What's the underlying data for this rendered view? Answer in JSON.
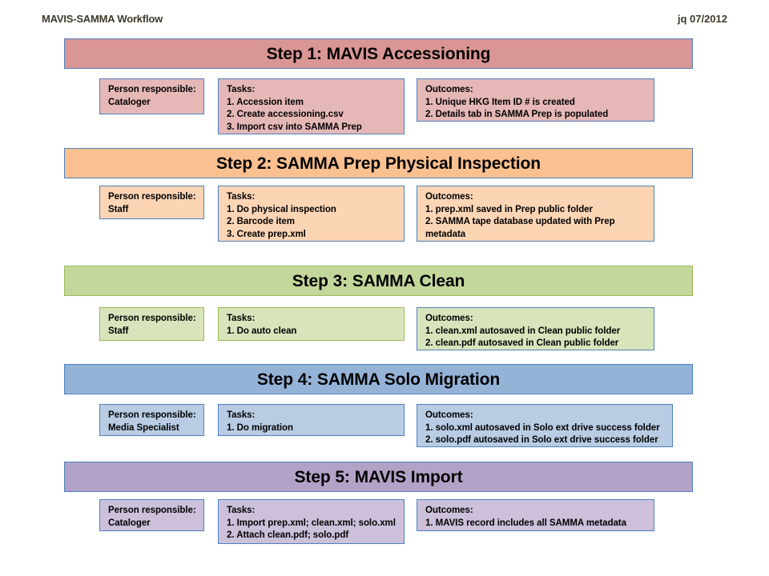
{
  "header": {
    "title": "MAVIS-SAMMA Workflow",
    "credit": "jq 07/2012"
  },
  "labels": {
    "person_heading": "Person responsible:",
    "tasks_heading": "Tasks:",
    "outcomes_heading": "Outcomes:"
  },
  "colors": {
    "border": "#4f81bd",
    "green_border": "#9bbb59",
    "step1_bar": "#d99694",
    "step1_box": "#e5b8b7",
    "step2_bar": "#fac090",
    "step2_box": "#fcd5b5",
    "step3_bar": "#c4d79b",
    "step3_box": "#d8e4bc",
    "step4_bar": "#95b3d7",
    "step4_box": "#b8cce4",
    "step5_bar": "#b3a2c7",
    "step5_box": "#ccc0da",
    "header_text": "#3d3a2a"
  },
  "steps": [
    {
      "title": "Step 1: MAVIS Accessioning",
      "person": "Cataloger",
      "tasks": [
        "1. Accession item",
        "2. Create accessioning.csv",
        "3. Import csv into SAMMA Prep"
      ],
      "outcomes": [
        "1. Unique HKG Item ID # is created",
        "2. Details tab in SAMMA Prep is populated"
      ]
    },
    {
      "title": "Step 2: SAMMA Prep Physical Inspection",
      "person": "Staff",
      "tasks": [
        "1. Do physical inspection",
        "2. Barcode item",
        "3. Create prep.xml"
      ],
      "outcomes": [
        "1. prep.xml saved in Prep public folder",
        "2. SAMMA tape database updated with Prep metadata"
      ]
    },
    {
      "title": "Step 3: SAMMA Clean",
      "person": "Staff",
      "tasks": [
        "1. Do auto clean"
      ],
      "outcomes": [
        "1. clean.xml autosaved in Clean public folder",
        "2. clean.pdf autosaved in Clean public folder"
      ]
    },
    {
      "title": "Step 4: SAMMA Solo Migration",
      "person": "Media Specialist",
      "tasks": [
        "1. Do migration"
      ],
      "outcomes": [
        "1. solo.xml autosaved in Solo ext drive success folder",
        "2. solo.pdf autosaved in Solo ext drive success folder"
      ]
    },
    {
      "title": "Step 5: MAVIS Import",
      "person": "Cataloger",
      "tasks": [
        "1. Import prep.xml; clean.xml; solo.xml",
        "2. Attach clean.pdf; solo.pdf"
      ],
      "outcomes": [
        "1. MAVIS record includes all SAMMA metadata"
      ]
    }
  ]
}
